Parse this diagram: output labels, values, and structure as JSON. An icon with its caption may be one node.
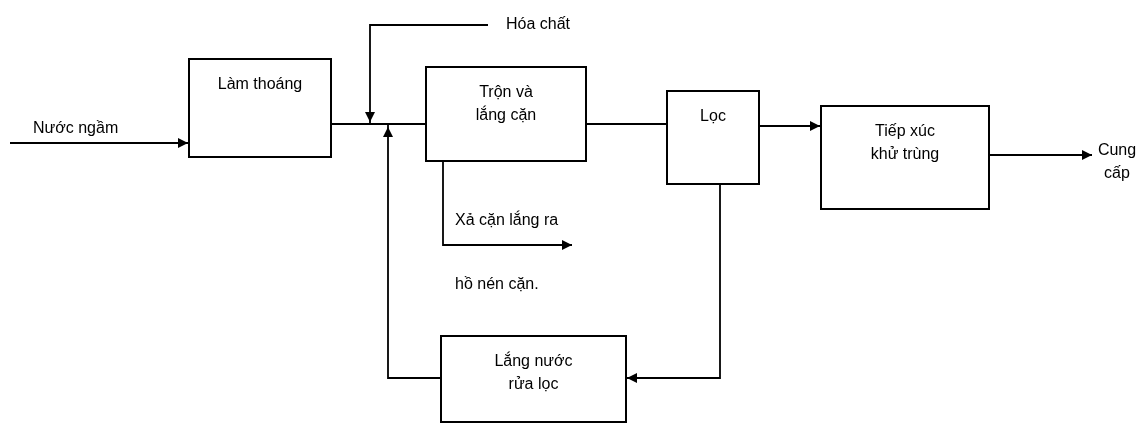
{
  "diagram": {
    "nodes": [
      {
        "text": [
          "Làm thoáng"
        ]
      },
      {
        "text": [
          "Hóa chất"
        ]
      },
      {
        "text": [
          "Trộn và lắng cặn"
        ]
      },
      {
        "text": [
          "Lọc"
        ]
      },
      {
        "text": [
          "Tiếp xúc khử trùng"
        ]
      },
      {
        "text": [
          "Cung cấp"
        ]
      },
      {
        "text": [
          "Lắng nước rửa lọc"
        ]
      }
    ],
    "edges": [
      {
        "from": null,
        "to": 0,
        "arrow": "to",
        "label": "Nước ngầm"
      },
      {
        "from": 0,
        "to": 2,
        "arrow": "none"
      },
      {
        "from": 1,
        "to": 2,
        "arrow": "to"
      },
      {
        "from": 6,
        "to": 2,
        "arrow": "to"
      },
      {
        "from": 2,
        "to": null,
        "arrow": "to",
        "label": "Xả cặn lắng ra hồ nén cặn."
      },
      {
        "from": 2,
        "to": 3,
        "arrow": "none"
      },
      {
        "from": 3,
        "to": 4,
        "arrow": "to"
      },
      {
        "from": 4,
        "to": 5,
        "arrow": "to"
      },
      {
        "from": 3,
        "to": 6,
        "arrow": "to"
      }
    ]
  }
}
